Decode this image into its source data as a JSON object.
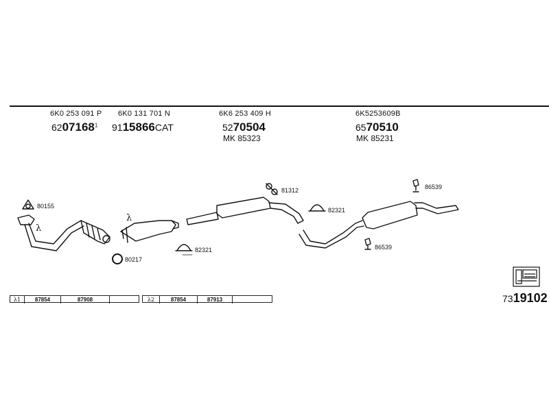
{
  "columns": [
    {
      "oe_ref": "6K0 253 091 P",
      "prefix": "62",
      "number": "07168",
      "superscript": "1",
      "suffix": "",
      "mk": ""
    },
    {
      "oe_ref": "6K0 131 701 N",
      "prefix": "91",
      "number": "15866",
      "superscript": "",
      "suffix": "CAT",
      "mk": ""
    },
    {
      "oe_ref": "6K6 253 409 H",
      "prefix": "52",
      "number": "70504",
      "superscript": "",
      "suffix": "",
      "mk": "MK  85323"
    },
    {
      "oe_ref": "6K5253609B",
      "prefix": "65",
      "number": "70510",
      "superscript": "",
      "suffix": "",
      "mk": "MK  85231"
    }
  ],
  "parts": {
    "gasket_left": "80155",
    "ring": "80217",
    "clamp_mid": "82321",
    "hanger_top": "81312",
    "clamp_right": "82321",
    "rubber_top": "86539",
    "rubber_bottom": "86539"
  },
  "lambda_symbol": "λ",
  "sensor_table_1": {
    "label": "λ1",
    "values": [
      "87854",
      "87908"
    ]
  },
  "sensor_table_2": {
    "label": "λ2",
    "values": [
      "87854",
      "87913"
    ]
  },
  "diagram_number": {
    "prefix": "73",
    "number": "19102"
  }
}
